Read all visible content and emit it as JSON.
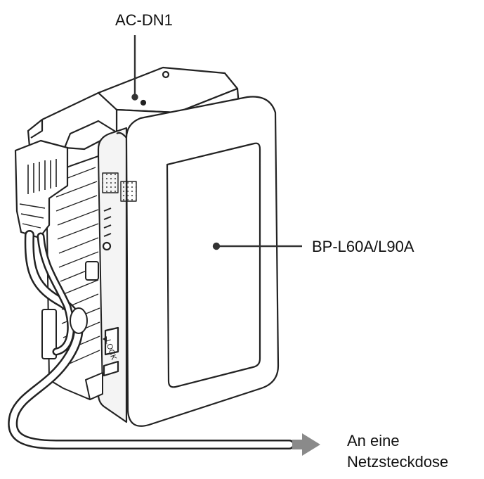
{
  "labels": {
    "adapter": "AC-DN1",
    "battery": "BP-L60A/L90A",
    "outlet_line1": "An eine",
    "outlet_line2": "Netzsteckdose",
    "lock": "LOCK"
  },
  "colors": {
    "line": "#222222",
    "arrow": "#8a8a8a",
    "shade": "#cfcfcf",
    "background": "#ffffff"
  }
}
